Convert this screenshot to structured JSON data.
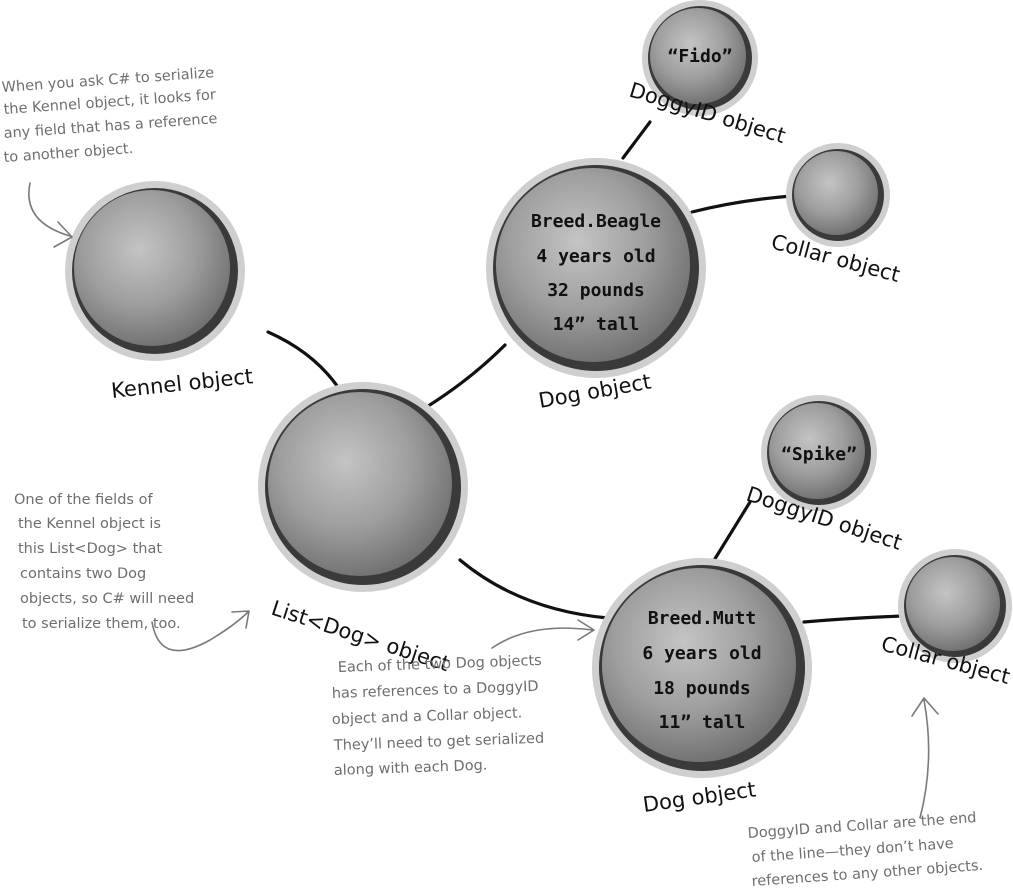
{
  "nodes": {
    "kennel": {
      "label": "Kennel object"
    },
    "list": {
      "label": "List<Dog> object"
    },
    "dog1": {
      "label": "Dog object",
      "lines": [
        "Breed.Beagle",
        "4 years old",
        "32 pounds",
        "14” tall"
      ]
    },
    "doggyid1": {
      "label": "DoggyID object",
      "value": "“Fido”"
    },
    "collar1": {
      "label": "Collar object"
    },
    "dog2": {
      "label": "Dog object",
      "lines": [
        "Breed.Mutt",
        "6 years old",
        "18 pounds",
        "11” tall"
      ]
    },
    "doggyid2": {
      "label": "DoggyID object",
      "value": "“Spike”"
    },
    "collar2": {
      "label": "Collar object"
    }
  },
  "annotations": {
    "kennel_note": [
      "When you ask C# to serialize",
      "the Kennel object, it looks for",
      "any field that has a reference",
      "to another object."
    ],
    "list_note": [
      "One of the fields of",
      "the Kennel object is",
      "this List<Dog> that",
      "contains two Dog",
      "objects, so C# will need",
      "to serialize them, too."
    ],
    "dog_note": [
      "Each of the two Dog objects",
      "has references to a DoggyID",
      "object and a Collar object.",
      "They’ll need to get serialized",
      "along with each Dog."
    ],
    "end_note": [
      "DoggyID and Collar are the end",
      "of the line—they don’t have",
      "references to any other objects."
    ]
  }
}
